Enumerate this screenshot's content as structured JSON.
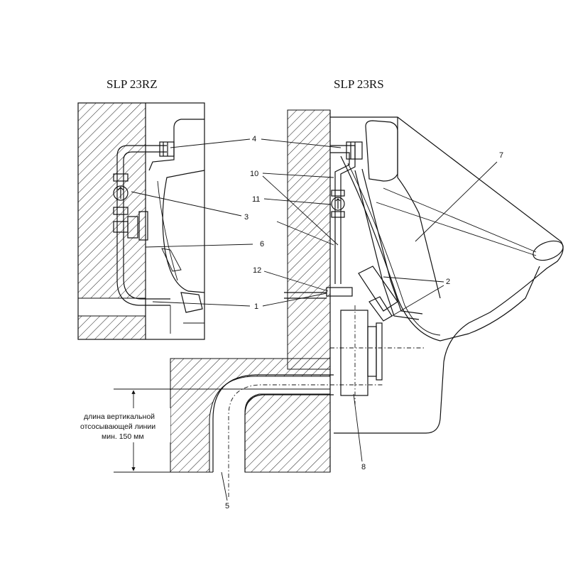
{
  "titles": {
    "left": "SLP 23RZ",
    "right": "SLP 23RS"
  },
  "callouts": {
    "c1": "1",
    "c2": "2",
    "c3": "3",
    "c4": "4",
    "c5": "5",
    "c6": "6",
    "c7": "7",
    "c8": "8",
    "c10": "10",
    "c11": "11",
    "c12": "12"
  },
  "dimension_note": {
    "line1": "длина вертикальной",
    "line2": "отсосывающей линии",
    "line3": "мин. 150 мм"
  }
}
